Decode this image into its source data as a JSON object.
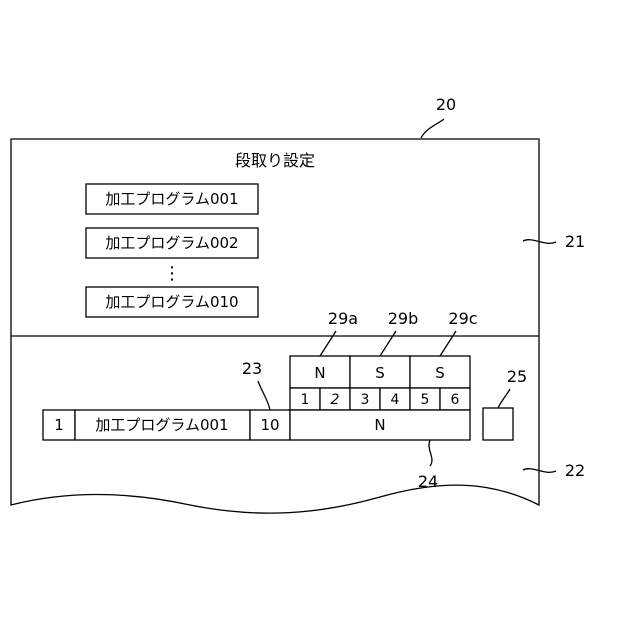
{
  "screen": {
    "label": "20",
    "title": "段取り設定"
  },
  "upper_region": {
    "label": "21",
    "program_list": [
      "加工プログラム001",
      "加工プログラム002",
      "加工プログラム010"
    ],
    "ellipsis": "⋮"
  },
  "lower_region": {
    "label": "22",
    "row": {
      "number": "1",
      "program": "加工プログラム001",
      "count": "10",
      "count_label": "23",
      "state": "N",
      "state_label": "24"
    },
    "groups": [
      {
        "label": "29a",
        "state": "N",
        "cells": [
          "1",
          "2"
        ]
      },
      {
        "label": "29b",
        "state": "S",
        "cells": [
          "3",
          "4"
        ]
      },
      {
        "label": "29c",
        "state": "S",
        "cells": [
          "5",
          "6"
        ]
      }
    ],
    "button_label": "25"
  }
}
